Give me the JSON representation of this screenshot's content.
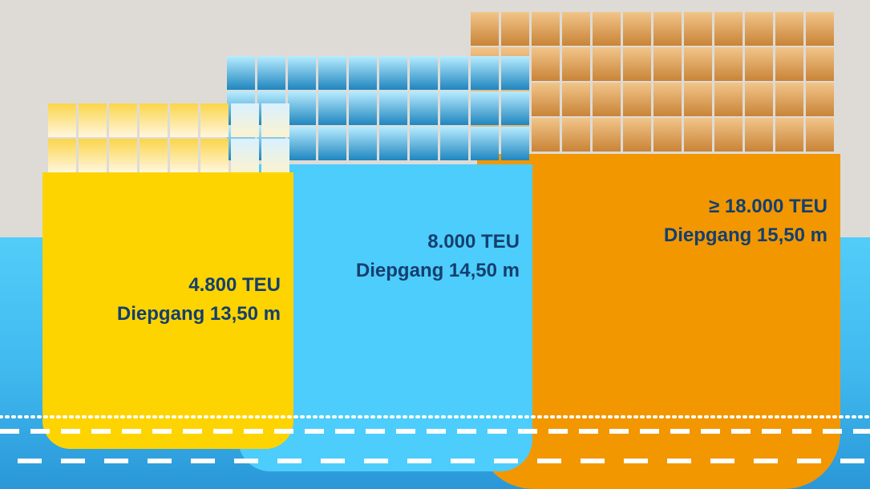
{
  "ships": [
    {
      "capacity": "4.800 TEU",
      "draft": "Diepgang 13,50 m",
      "color": "#fdd400"
    },
    {
      "capacity": "8.000 TEU",
      "draft": "Diepgang 14,50 m",
      "color": "#4dcdfc"
    },
    {
      "capacity": "≥ 18.000 TEU",
      "draft": "Diepgang 15,50 m",
      "color": "#f29700"
    }
  ],
  "colors": {
    "sky": "#dedbd6",
    "water": "#3fb8ee",
    "text": "#143f6e",
    "waterline": "#ffffff"
  },
  "icons": [
    "container-icon",
    "dotted-line",
    "dashed-line"
  ]
}
